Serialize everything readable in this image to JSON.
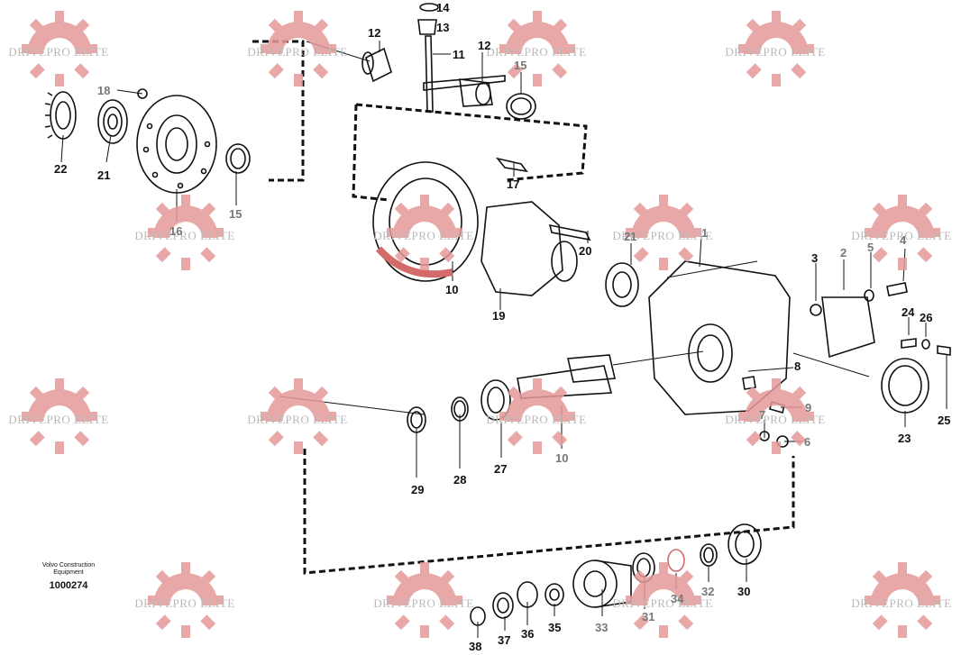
{
  "watermark": {
    "text": "DRIVEPRO ELITE",
    "gear_color": "#e69a9a",
    "text_color": "#b9b9b9"
  },
  "credit": {
    "brand": "Volvo Construction\nEquipment",
    "part_number": "1000274"
  },
  "callouts": {
    "c14": "14",
    "c13": "13",
    "c12a": "12",
    "c11": "11",
    "c12b": "12",
    "c15a": "15",
    "c18": "18",
    "c22": "22",
    "c21a": "21",
    "c16": "16",
    "c15b": "15",
    "c17": "17",
    "c10a": "10",
    "c20": "20",
    "c21b": "21",
    "c1": "1",
    "c19": "19",
    "c3": "3",
    "c2": "2",
    "c5": "5",
    "c4": "4",
    "c24": "24",
    "c26": "26",
    "c8": "8",
    "c9": "9",
    "c7": "7",
    "c6": "6",
    "c25": "25",
    "c23": "23",
    "c29": "29",
    "c28": "28",
    "c27": "27",
    "c10b": "10",
    "c30": "30",
    "c32": "32",
    "c34": "34",
    "c31": "31",
    "c33": "33",
    "c35": "35",
    "c36": "36",
    "c37": "37",
    "c38": "38"
  }
}
